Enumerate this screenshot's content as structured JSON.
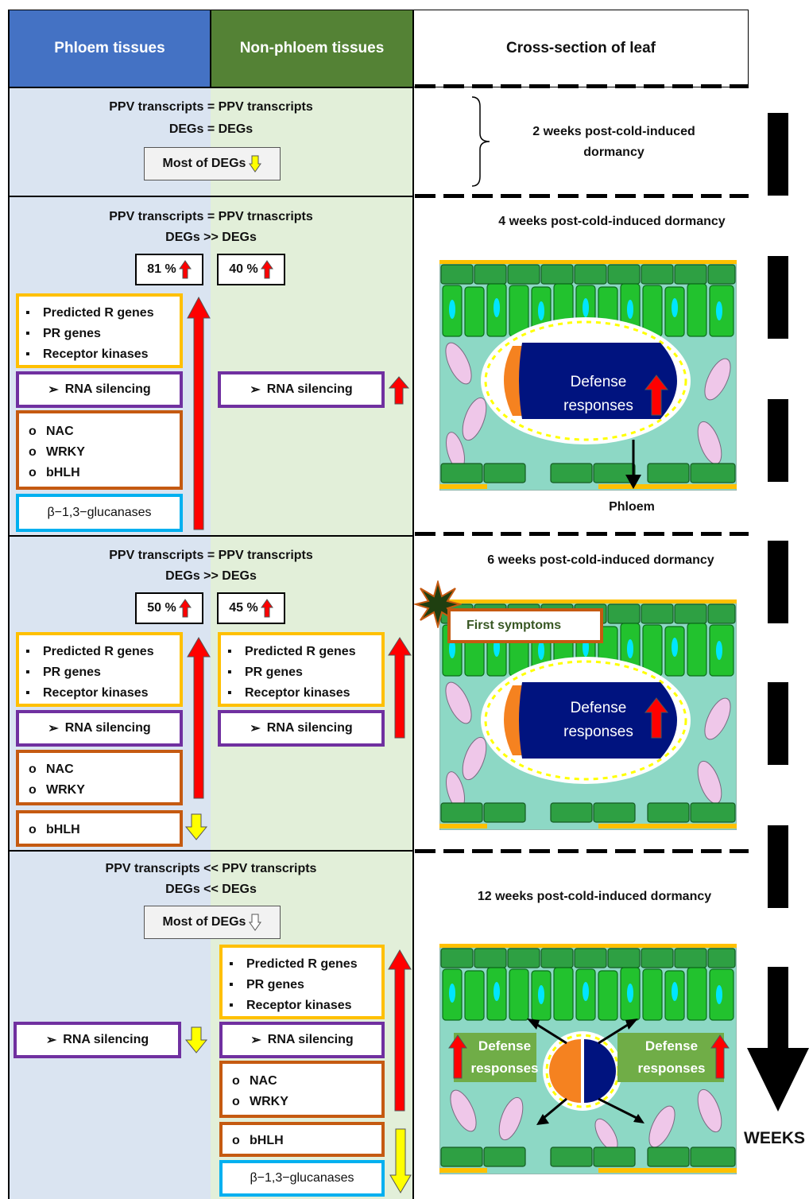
{
  "headers": {
    "phloem": "Phloem tissues",
    "non_phloem": "Non-phloem tissues",
    "cross_section": "Cross-section of leaf"
  },
  "colors": {
    "phloem_header": "#4472C4",
    "non_phloem_header": "#548235",
    "phloem_bg": "#DAE4F1",
    "non_phloem_bg": "#E2EFD9",
    "resistance_box": "#FFC000",
    "rna_box": "#7030A0",
    "tf_box": "#C55A11",
    "glucanase_box": "#00B0F0",
    "up_arrow": "#FF0000",
    "down_arrow": "#FFFF00"
  },
  "stages": [
    {
      "label": "2 weeks post-cold-induced dormancy",
      "comparison_ppv": "PPV transcripts = PPV transcripts",
      "comparison_degs": "DEGs = DEGs",
      "summary": "Most of DEGs"
    },
    {
      "label": "4 weeks post-cold-induced dormancy",
      "comparison_ppv": "PPV transcripts = PPV trnascripts",
      "comparison_degs": "DEGs >> DEGs",
      "phloem_pct": "81 %",
      "non_phloem_pct": "40 %",
      "phloem_groups": {
        "resistance": [
          "Predicted R genes",
          "PR genes",
          "Receptor kinases"
        ],
        "rna": "RNA silencing",
        "tf": [
          "NAC",
          "WRKY",
          "bHLH"
        ],
        "glucanase": "β−1,3−glucanases"
      },
      "non_phloem_groups": {
        "rna": "RNA silencing"
      },
      "leaf_center": "Defense responses",
      "leaf_phloem_label": "Phloem"
    },
    {
      "label": "6 weeks post-cold-induced dormancy",
      "comparison_ppv": "PPV transcripts = PPV transcripts",
      "comparison_degs": "DEGs >> DEGs",
      "phloem_pct": "50 %",
      "non_phloem_pct": "45 %",
      "phloem_groups": {
        "resistance": [
          "Predicted R genes",
          "PR genes",
          "Receptor kinases"
        ],
        "rna": "RNA silencing",
        "tf_up": [
          "NAC",
          "WRKY"
        ],
        "tf_down": [
          "bHLH"
        ]
      },
      "non_phloem_groups": {
        "resistance": [
          "Predicted R genes",
          "PR genes",
          "Receptor kinases"
        ],
        "rna": "RNA silencing"
      },
      "symptom_label": "First symptoms",
      "leaf_center": "Defense responses"
    },
    {
      "label": "12 weeks post-cold-induced dormancy",
      "comparison_ppv": "PPV transcripts << PPV transcripts",
      "comparison_degs": "DEGs << DEGs",
      "summary": "Most of DEGs",
      "phloem_groups": {
        "rna": "RNA silencing"
      },
      "non_phloem_groups": {
        "resistance": [
          "Predicted R genes",
          "PR genes",
          "Receptor kinases"
        ],
        "rna": "RNA silencing",
        "tf_up": [
          "NAC",
          "WRKY"
        ],
        "tf_down": [
          "bHLH"
        ],
        "glucanase": "β−1,3−glucanases"
      },
      "leaf_left": "Defense responses",
      "leaf_right": "Defense responses"
    }
  ],
  "time_axis_label": "WEEKS"
}
